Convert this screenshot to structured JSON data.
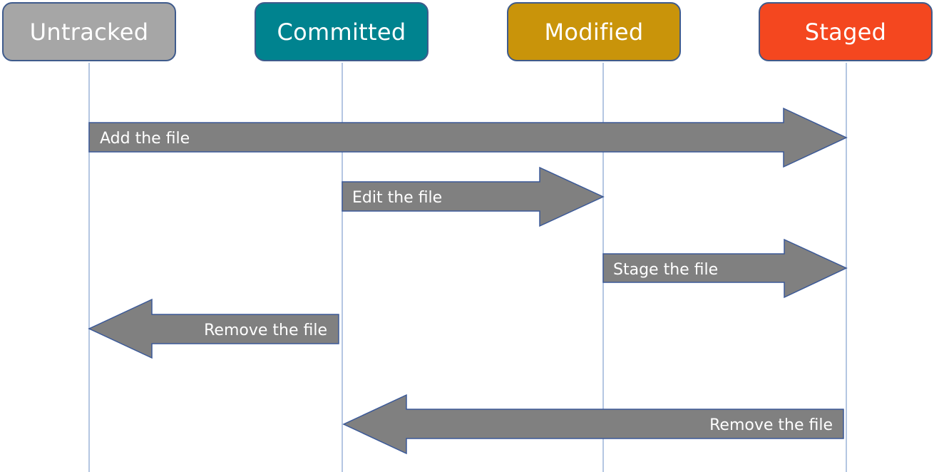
{
  "states": [
    {
      "id": "untracked",
      "label": "Untracked",
      "color": "#a6a6a6"
    },
    {
      "id": "committed",
      "label": "Committed",
      "color": "#00838f"
    },
    {
      "id": "modified",
      "label": "Modified",
      "color": "#c9940a"
    },
    {
      "id": "staged",
      "label": "Staged",
      "color": "#f4471f"
    }
  ],
  "transitions": [
    {
      "label": "Add the file",
      "from": "untracked",
      "to": "staged"
    },
    {
      "label": "Edit the file",
      "from": "committed",
      "to": "modified"
    },
    {
      "label": "Stage the file",
      "from": "modified",
      "to": "staged"
    },
    {
      "label": "Remove the file",
      "from": "committed",
      "to": "untracked"
    },
    {
      "label": "Remove the file",
      "from": "staged",
      "to": "committed"
    }
  ],
  "colors": {
    "arrow_fill": "#808080",
    "arrow_stroke": "#3b5998",
    "lifeline": "#9cb4d8",
    "box_border": "#3f5b8c"
  }
}
